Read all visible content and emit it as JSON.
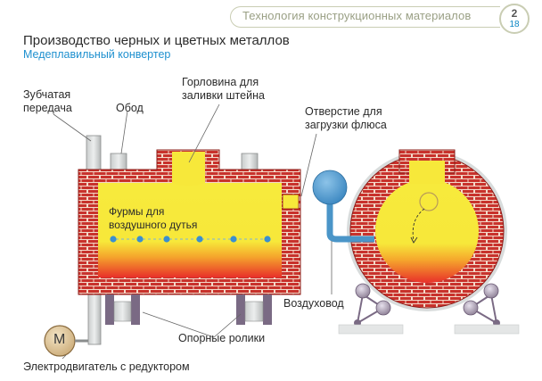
{
  "header": {
    "title": "Технология конструкционных материалов",
    "page_number": "2",
    "page_sub": "18"
  },
  "main_title": "Производство черных и цветных металлов",
  "subtitle": "Медеплавильный конвертер",
  "labels": {
    "gear_line1": "Зубчатая",
    "gear_line2": "передача",
    "rim": "Обод",
    "neck_line1": "Горловина для",
    "neck_line2": "заливки штейна",
    "flux_line1": "Отверстие для",
    "flux_line2": "загрузки флюса",
    "tuyeres_line1": "Фурмы для",
    "tuyeres_line2": "воздушного дутья",
    "air_duct": "Воздуховод",
    "rollers": "Опорные ролики",
    "motor_letter": "M",
    "motor": "Электродвигатель с редуктором"
  },
  "colors": {
    "brick": "#c8322c",
    "mortar": "#f3d8c8",
    "melt_yellow": "#f7e83a",
    "melt_red": "#e8302a",
    "air_blue": "#4a95c8",
    "roller": "#7a6a84"
  }
}
